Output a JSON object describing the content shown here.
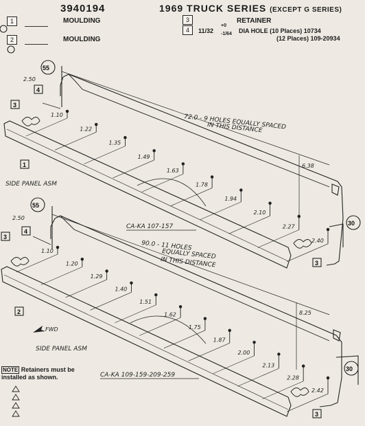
{
  "header": {
    "part_number": "3940194",
    "series_title": "1969 TRUCK SERIES",
    "series_subtitle": "(EXCEPT G SERIES)"
  },
  "legend": {
    "items": [
      {
        "number": "1",
        "name": "MOULDING"
      },
      {
        "number": "2",
        "name": "MOULDING"
      },
      {
        "number": "3",
        "name": "RETAINER"
      },
      {
        "number": "4",
        "name": "DIA HOLE (10 Places) 10734"
      }
    ],
    "hole_size": "11/32",
    "tolerance_plus": "+0",
    "tolerance_minus": "-1/64",
    "hole_spec_line2": "(12 Places) 109-20934"
  },
  "upper_view": {
    "callout_top": "55",
    "callout_bottom": "30",
    "dim_start": "2.50",
    "spacing_note_1": "72.0 - 9 HOLES EQUALLY SPACED",
    "spacing_note_2": "IN THIS DISTANCE",
    "end_dim": "6.38",
    "panel_label": "SIDE PANEL ASM",
    "model_label": "CA-KA 107-157",
    "heights": [
      "1.10",
      "1.22",
      "1.35",
      "1.49",
      "1.63",
      "1.78",
      "1.94",
      "2.10",
      "2.27",
      "2.40"
    ],
    "items": {
      "retainer": "3",
      "hole": "4",
      "moulding": "1"
    }
  },
  "lower_view": {
    "callout_top": "55",
    "callout_bottom": "30",
    "dim_start": "2.50",
    "spacing_note_1": "90.0 - 11 HOLES",
    "spacing_note_2": "EQUALLY SPACED",
    "spacing_note_3": "IN THIS DISTANCE",
    "end_dim": "8.25",
    "panel_label": "SIDE PANEL ASM",
    "model_label": "CA-KA 109-159-209-259",
    "fwd_label": "FWD",
    "heights": [
      "1.10",
      "1.20",
      "1.29",
      "1.40",
      "1.51",
      "1.62",
      "1.75",
      "1.87",
      "2.00",
      "2.13",
      "2.28",
      "2.42"
    ],
    "items": {
      "retainer": "3",
      "hole": "4",
      "moulding": "2"
    }
  },
  "note": {
    "tag": "NOTE",
    "text_line1": "Retainers must be",
    "text_line2": "installed as shown."
  }
}
